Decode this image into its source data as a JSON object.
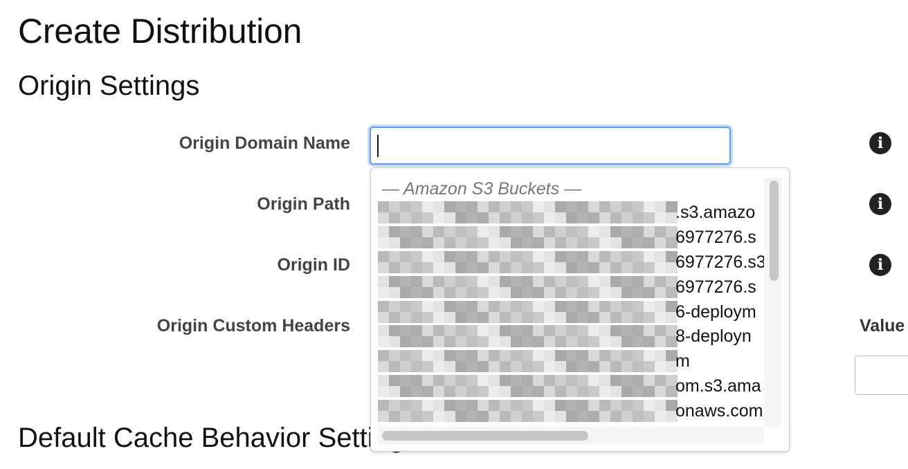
{
  "page": {
    "title": "Create Distribution"
  },
  "origin_settings": {
    "section_title": "Origin Settings",
    "fields": {
      "domain_label": "Origin Domain Name",
      "domain_value": "",
      "path_label": "Origin Path",
      "id_label": "Origin ID",
      "headers_label": "Origin Custom Headers"
    },
    "value_header": "Value"
  },
  "dropdown": {
    "group_label": "— Amazon S3 Buckets —",
    "items": [
      {
        "visible_text": ".s3.amazo"
      },
      {
        "visible_text": "6977276.s"
      },
      {
        "visible_text": "6977276.s3"
      },
      {
        "visible_text": "6977276.s"
      },
      {
        "visible_text": "6-deploym"
      },
      {
        "visible_text": " 8-deployn"
      },
      {
        "visible_text": "m"
      },
      {
        "visible_text": "om.s3.ama"
      },
      {
        "visible_text": "onaws.com"
      }
    ]
  },
  "default_cache": {
    "section_title": "Default Cache Behavior Settings"
  },
  "icons": {
    "info": "info-icon"
  },
  "colors": {
    "focus_border": "#5d9cec",
    "label_text": "#444444"
  }
}
